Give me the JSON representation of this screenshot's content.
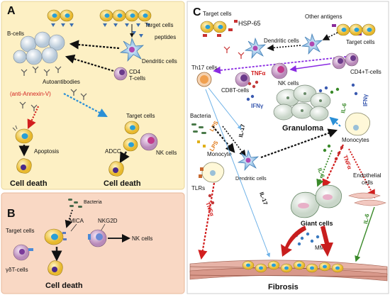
{
  "panel_a": {
    "letter": "A",
    "target_cells": "Target cells",
    "peptides": "peptides",
    "b_cells": "B-cells",
    "dendritic_cells": "Dendritic cells",
    "cd4": "CD4",
    "t_cells": "T-cells",
    "autoantibodies": "Autoantibodies",
    "anti_annexin": "(anti-Annexin-V)",
    "target_cells_2": "Target cells",
    "apoptosis": "Apoptosis",
    "adcc": "ADCC",
    "nk_cells": "NK cells",
    "cell_death_1": "Cell death",
    "cell_death_2": "Cell death"
  },
  "panel_b": {
    "letter": "B",
    "bacteria": "Bacteria",
    "target_cells": "Target cells",
    "mica": "MICA",
    "nkg2d": "NKG2D",
    "nk_cells": "NK cells",
    "gd_t_cells": "γδT-cells",
    "cell_death": "Cell death"
  },
  "panel_c": {
    "letter": "C",
    "target_cells": "Target cells",
    "hsp65": "HSP-65",
    "other_antigens": "Other antigens",
    "dendritic_cells": "Dendritic cells",
    "target_cells_2": "Target cells",
    "th17": "Th17 cells",
    "tnfa_1": "TNFα",
    "cd8": "CD8T-cells",
    "ifny_1": "IFNγ",
    "nk_cells": "NK cells",
    "cd4": "CD4+T-cells",
    "ifny_2": "IFNγ",
    "il6_1": "IL-6",
    "bacteria": "Bacteria",
    "lps_1": "LPS",
    "lps_2": "LPS",
    "il17_1": "IL-17",
    "granuloma": "Granuloma",
    "monocytes": "Monocytes",
    "monocyte": "Monocyte",
    "dendritic_cells_2": "Dendritic cells",
    "tlrs": "TLRs",
    "tnfa_2": "TNFα",
    "il17_2": "IL-17",
    "tnfa_3": "TNFα",
    "il6_2": "IL-6",
    "endothelial": "Endothelial",
    "cells": "cells",
    "giant_cells": "Giant cells",
    "il6_3": "IL-6",
    "mmps": "MMPs",
    "fibrosis": "Fibrosis"
  },
  "colors": {
    "panel_a_bg": "#fdf0c4",
    "panel_b_bg": "#f9d8c4",
    "cell_body": "#f3c84a",
    "nucleus": "#2a9fd6",
    "nk_body": "#d9b3d9",
    "red": "#d21e1e",
    "blue": "#2a8fd6",
    "purple": "#8a2be2",
    "green": "#3a8a2a"
  }
}
